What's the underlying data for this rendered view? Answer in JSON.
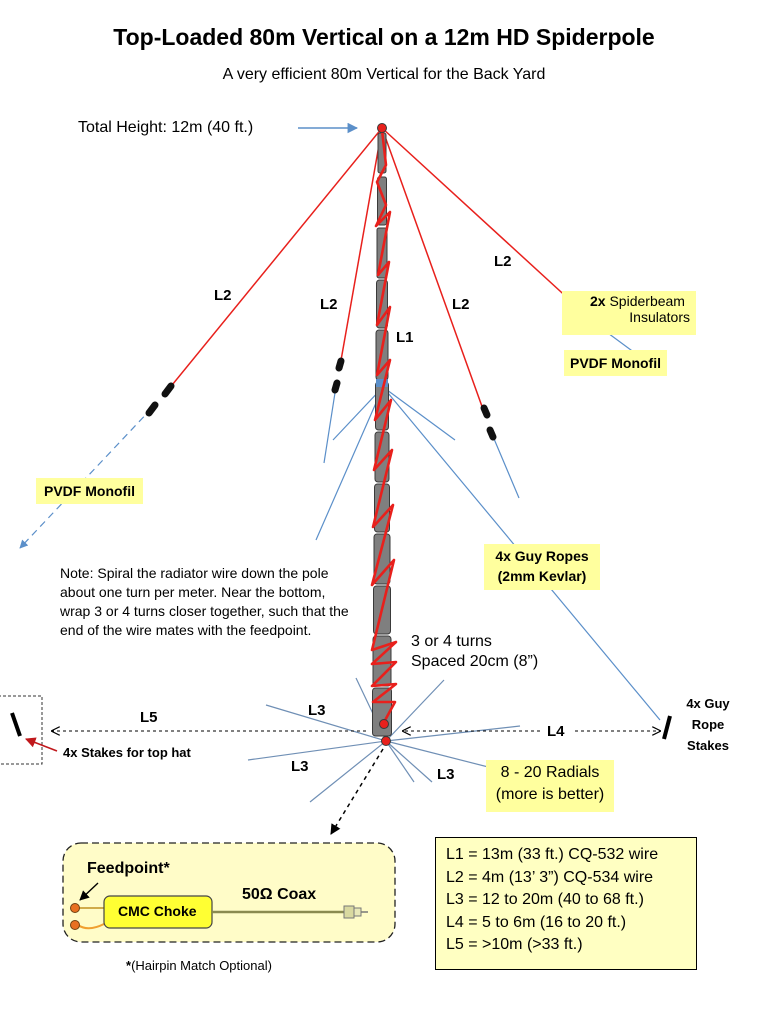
{
  "title": "Top-Loaded 80m Vertical on a 12m HD Spiderpole",
  "subtitle": "A very efficient 80m Vertical for the Back Yard",
  "labels": {
    "total_height": "Total Height:  12m (40 ft.)",
    "l1": "L1",
    "l2": "L2",
    "l3": "L3",
    "l4": "L4",
    "l5": "L5",
    "insulators_count": "2x",
    "insulators_line1": "Spiderbeam",
    "insulators_line2": "Insulators",
    "pvdf_monofil": "PVDF  Monofil",
    "guy_ropes_line1": "4x Guy Ropes",
    "guy_ropes_line2": "(2mm Kevlar)",
    "turns_line1": "3 or 4 turns",
    "turns_line2": "Spaced 20cm (8”)",
    "radials_line1": "8 - 20 Radials",
    "radials_line2": "(more is better)",
    "stakes_tophat": "4x  Stakes for top hat",
    "guy_stakes_line1": "4x  Guy",
    "guy_stakes_line2": "Rope",
    "guy_stakes_line3": "Stakes",
    "feedpoint": "Feedpoint*",
    "cmc_choke": "CMC Choke",
    "coax": "50Ω  Coax",
    "hairpin_star": "*",
    "hairpin": "(Hairpin Match Optional)"
  },
  "note": "Note:  Spiral the radiator wire down the pole about one turn per meter. Near the bottom, wrap 3 or 4 turns closer together, such that the end of the wire mates with the feedpoint.",
  "legend": [
    "L1 = 13m (33 ft.)  CQ-532 wire",
    "L2 =  4m (13’ 3”)  CQ-534 wire",
    "L3 =  12 to 20m (40 to 68 ft.)",
    "L4 =  5 to 6m (16 to 20 ft.)",
    "L5 =  >10m (>33 ft.)"
  ],
  "colors": {
    "radiator": "#e8201c",
    "pole": "#7f7f7f",
    "guy": "#5b8fc9",
    "box_fill": "#ffff9e",
    "choke_fill": "#ffff33",
    "feed_fill": "#fffcc8"
  }
}
